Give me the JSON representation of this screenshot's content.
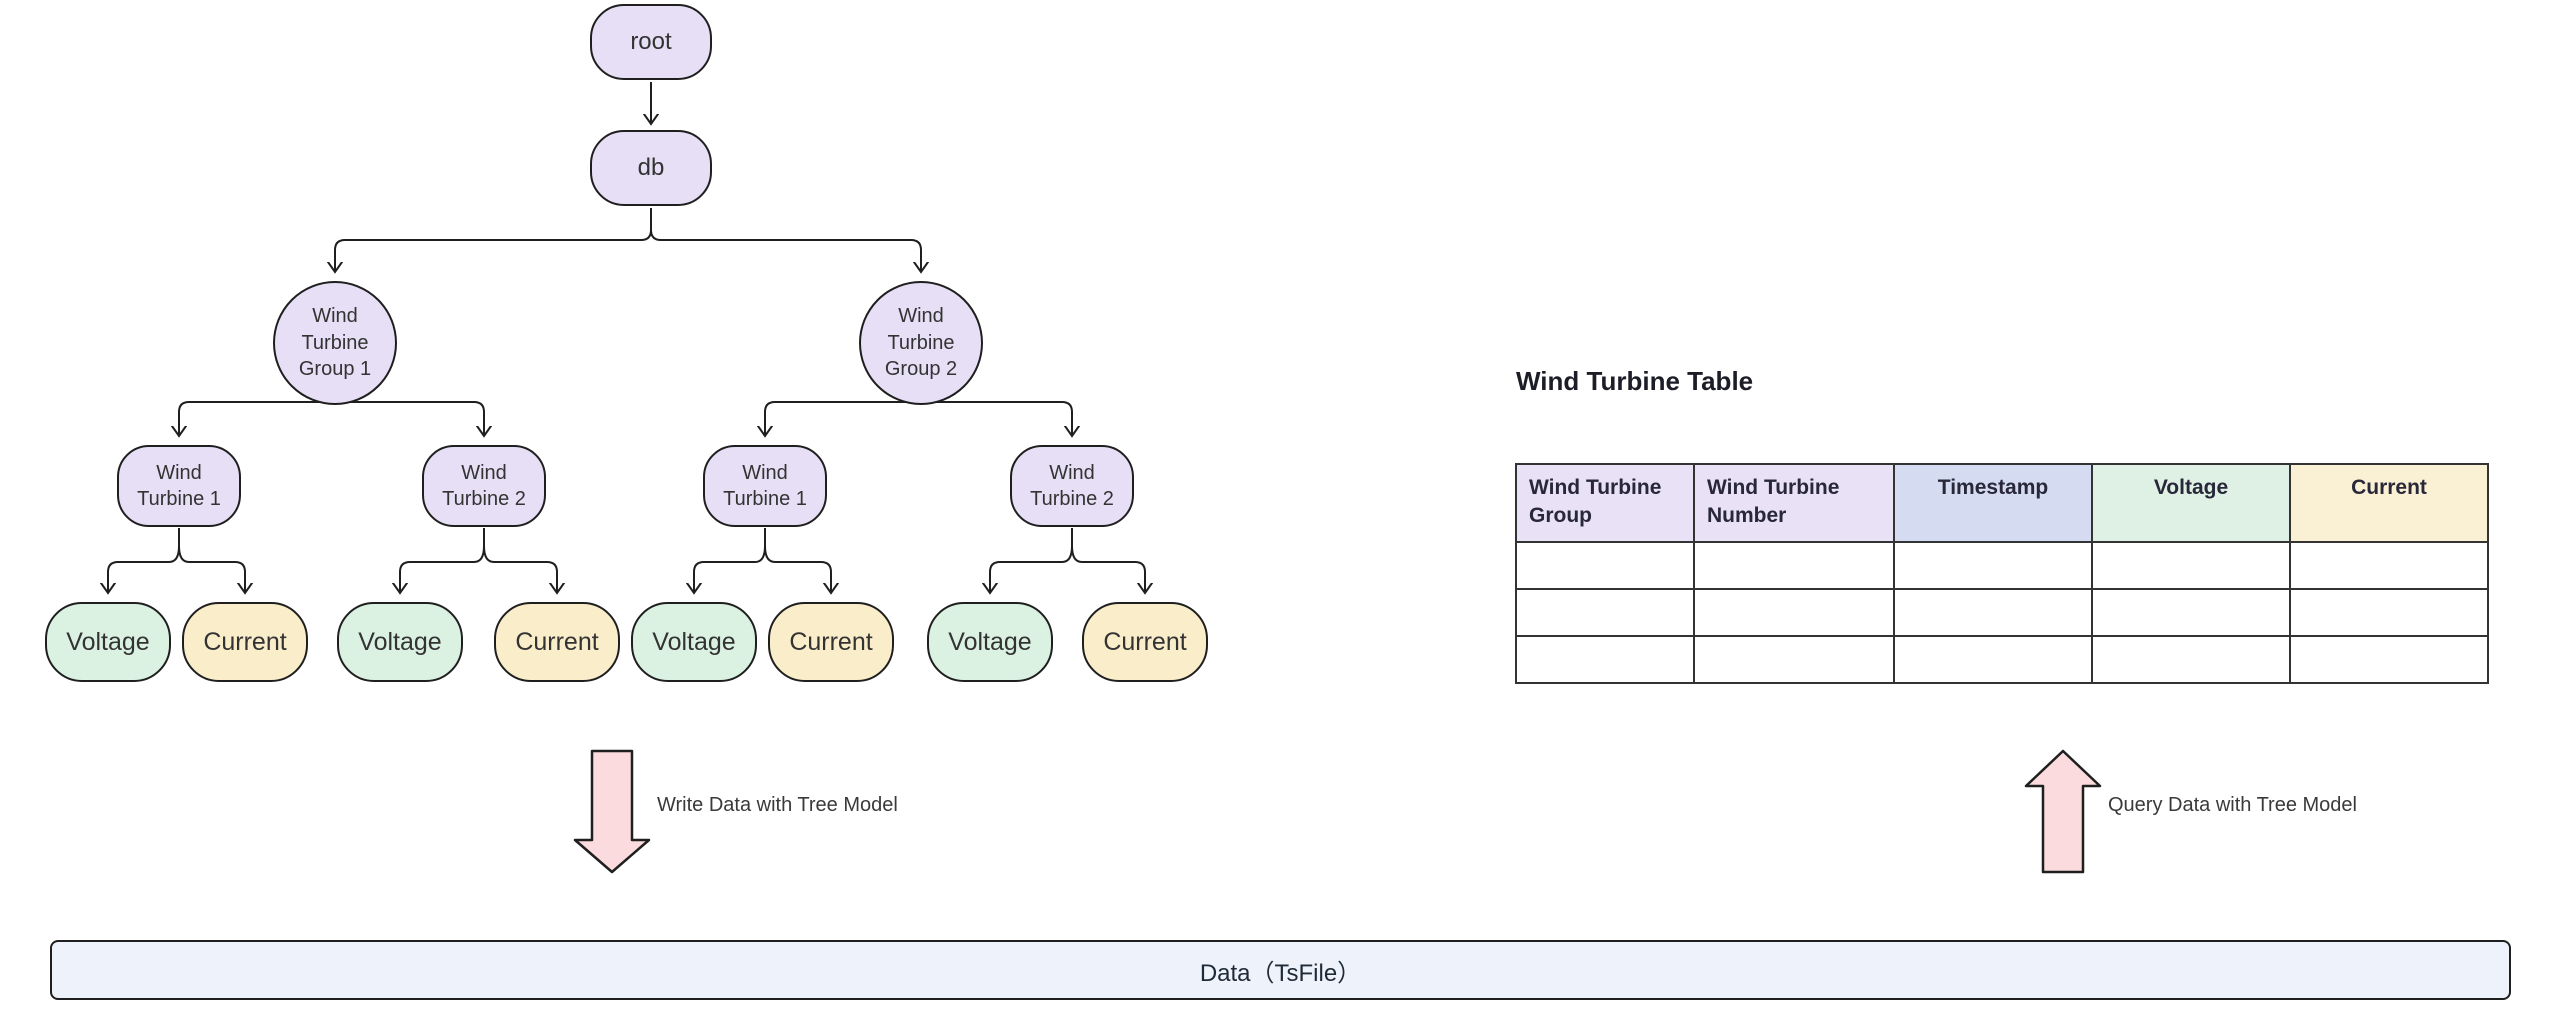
{
  "diagram": {
    "nodes": {
      "root": "root",
      "db": "db",
      "group1": "Wind Turbine Group 1",
      "group2": "Wind Turbine Group 2",
      "turbine1a": "Wind Turbine 1",
      "turbine2a": "Wind Turbine 2",
      "turbine1b": "Wind Turbine 1",
      "turbine2b": "Wind Turbine 2",
      "leaf1": "Voltage",
      "leaf2": "Current",
      "leaf3": "Voltage",
      "leaf4": "Current",
      "leaf5": "Voltage",
      "leaf6": "Current",
      "leaf7": "Voltage",
      "leaf8": "Current"
    },
    "write_arrow_label": "Write Data with Tree Model",
    "query_arrow_label": "Query Data with Tree Model",
    "data_bar_label": "Data（TsFile）"
  },
  "table": {
    "title": "Wind Turbine Table",
    "columns": [
      {
        "label": "Wind Turbine Group",
        "color": "#e9e2f6",
        "align": "left"
      },
      {
        "label": "Wind Turbine Number",
        "color": "#e9e2f6",
        "align": "left"
      },
      {
        "label": "Timestamp",
        "color": "#d5dbf0",
        "align": "center"
      },
      {
        "label": "Voltage",
        "color": "#dff1e4",
        "align": "center"
      },
      {
        "label": "Current",
        "color": "#faf0d3",
        "align": "center"
      }
    ],
    "empty_row_count": 3
  },
  "colors": {
    "node_purple": "#e6dff6",
    "node_green": "#dbf2e3",
    "node_yellow": "#faedca",
    "arrow_pink": "#fbdbdd",
    "data_bar_fill": "#eef2fb",
    "stroke": "#1f1f1f"
  }
}
